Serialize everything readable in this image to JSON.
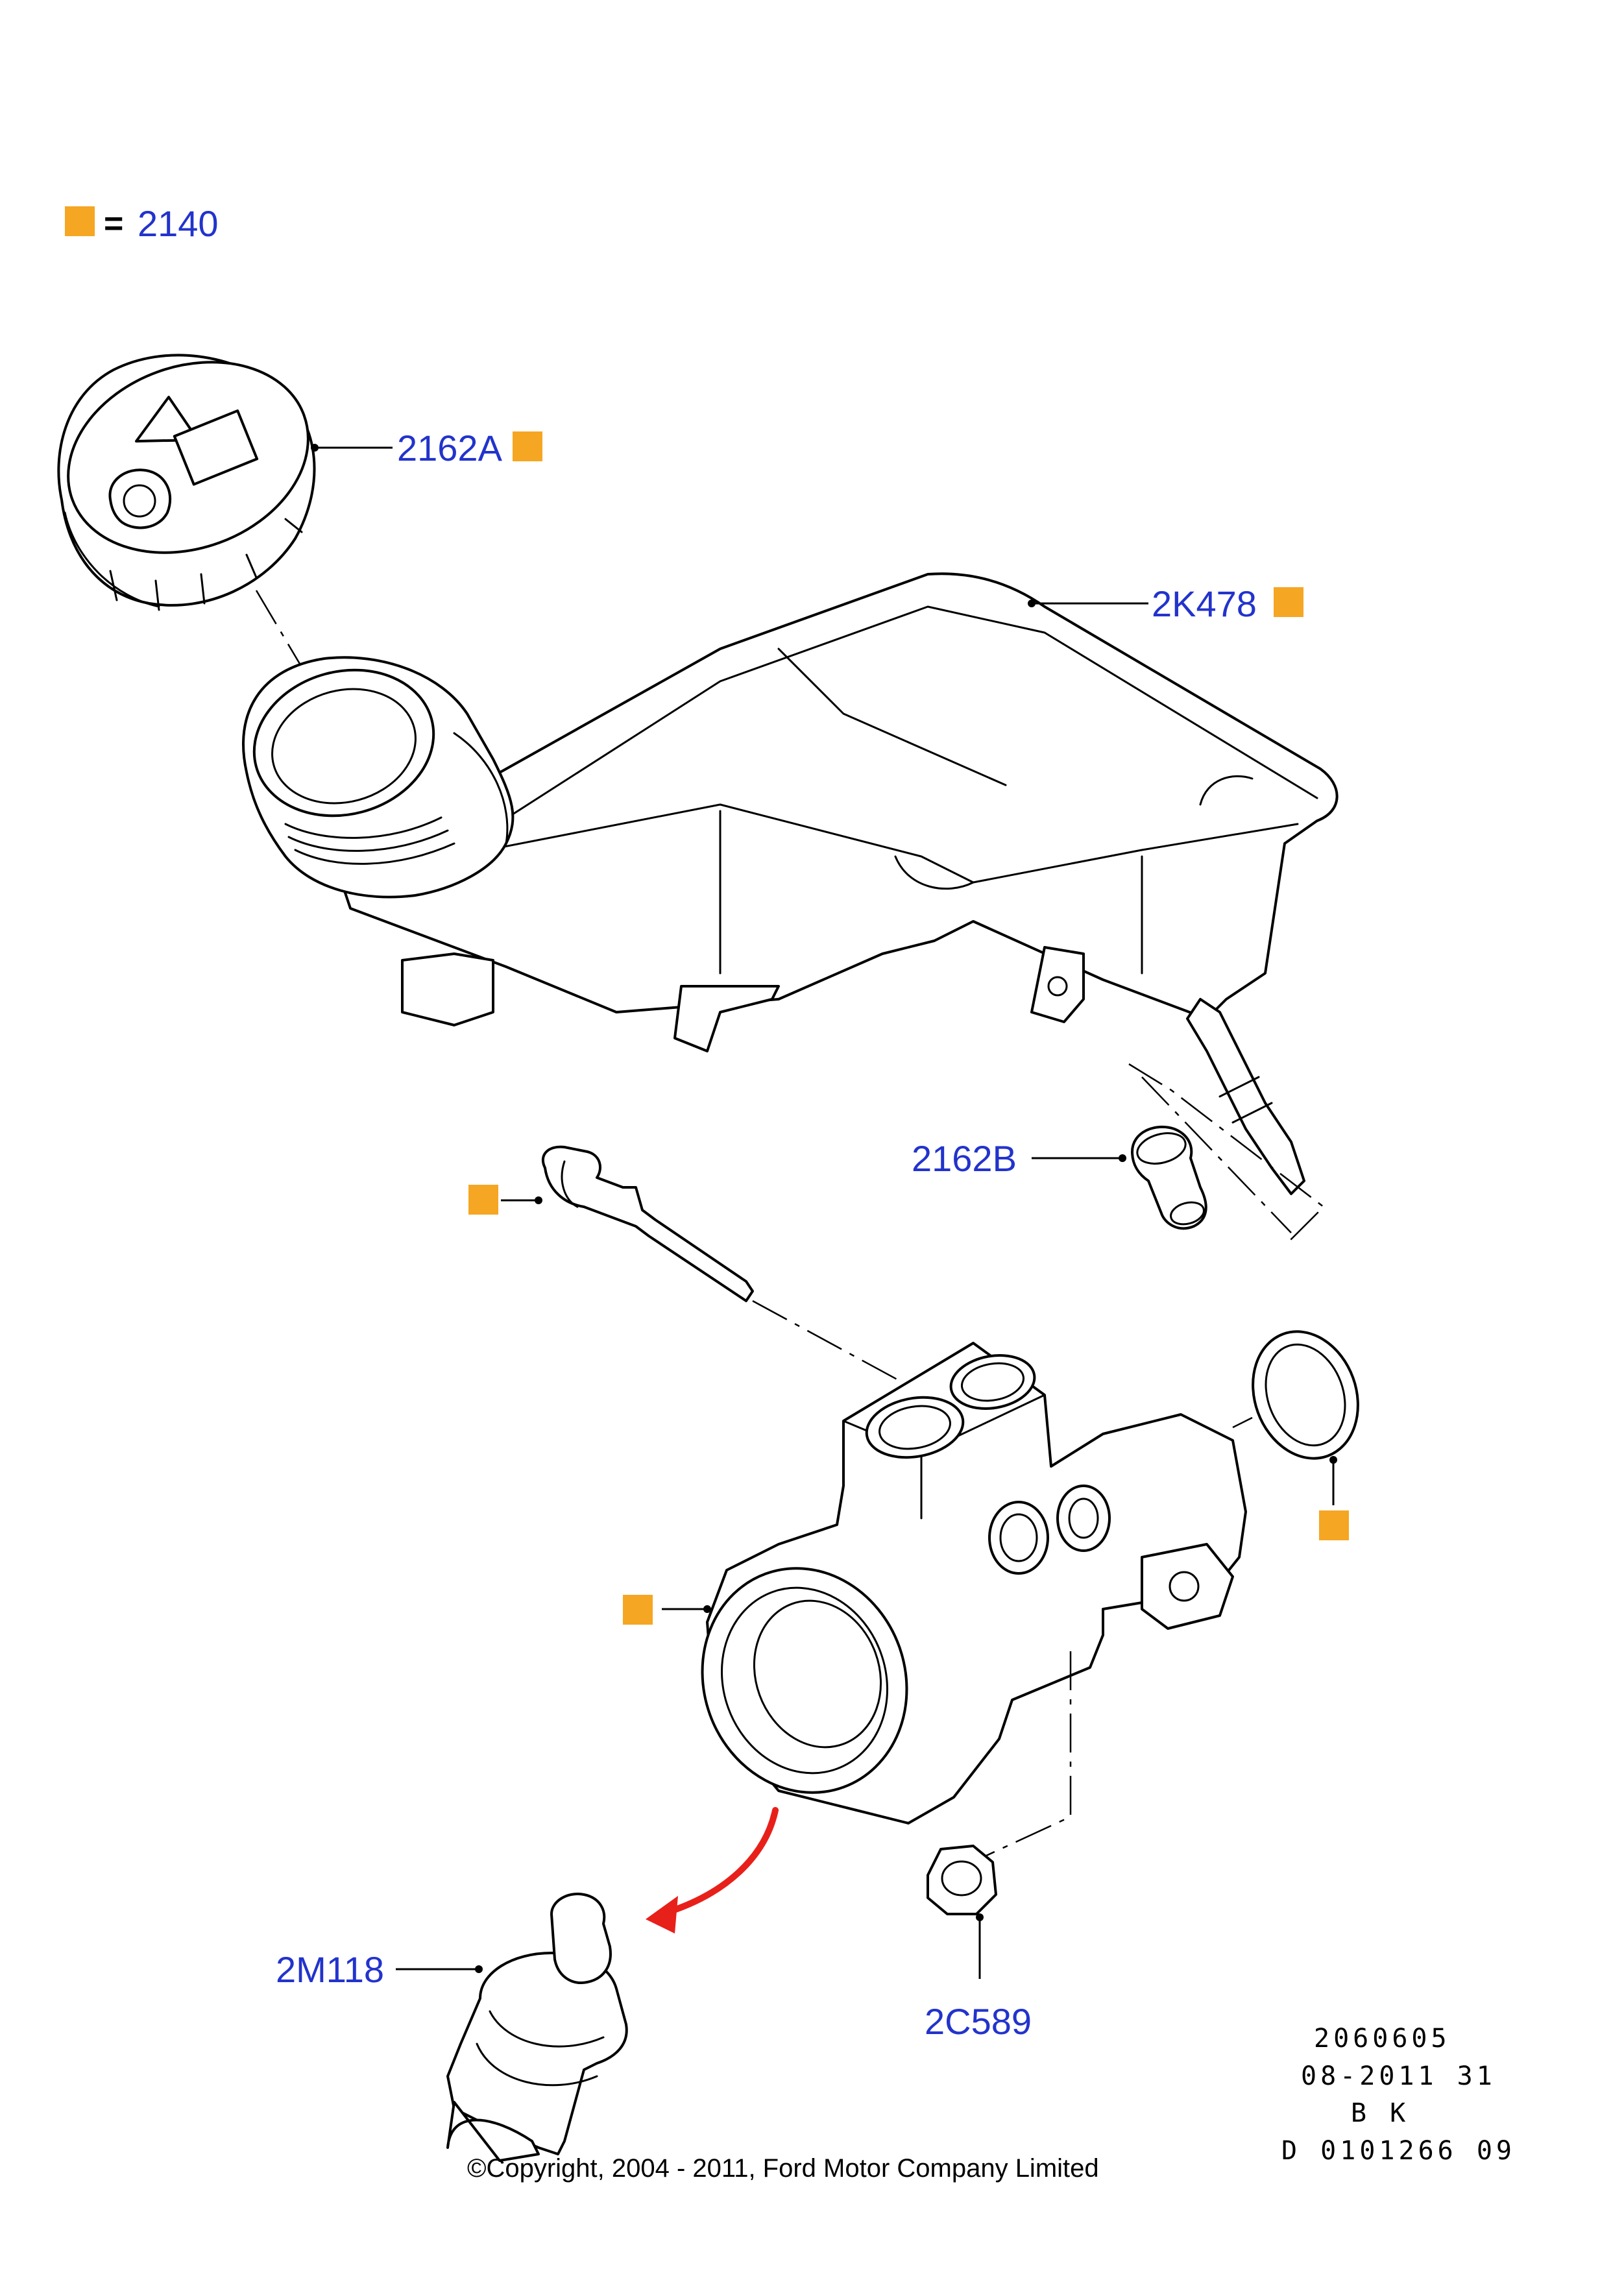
{
  "legend": {
    "marker_color": "#f5a623",
    "equals": "=",
    "code": "2140"
  },
  "parts": {
    "reservoir_cap": "2162A",
    "reservoir": "2K478",
    "grommet": "2162B",
    "pressure_switch": "2M118",
    "nut": "2C589"
  },
  "reference": {
    "line1": "2060605",
    "line2": "08-2011 31",
    "line3": "B K",
    "line4": "D 0101266 09"
  },
  "copyright": "©Copyright, 2004 - 2011, Ford Motor Company Limited",
  "colors": {
    "label": "#2233cc",
    "marker": "#f5a623",
    "arrow": "#e8201a"
  }
}
